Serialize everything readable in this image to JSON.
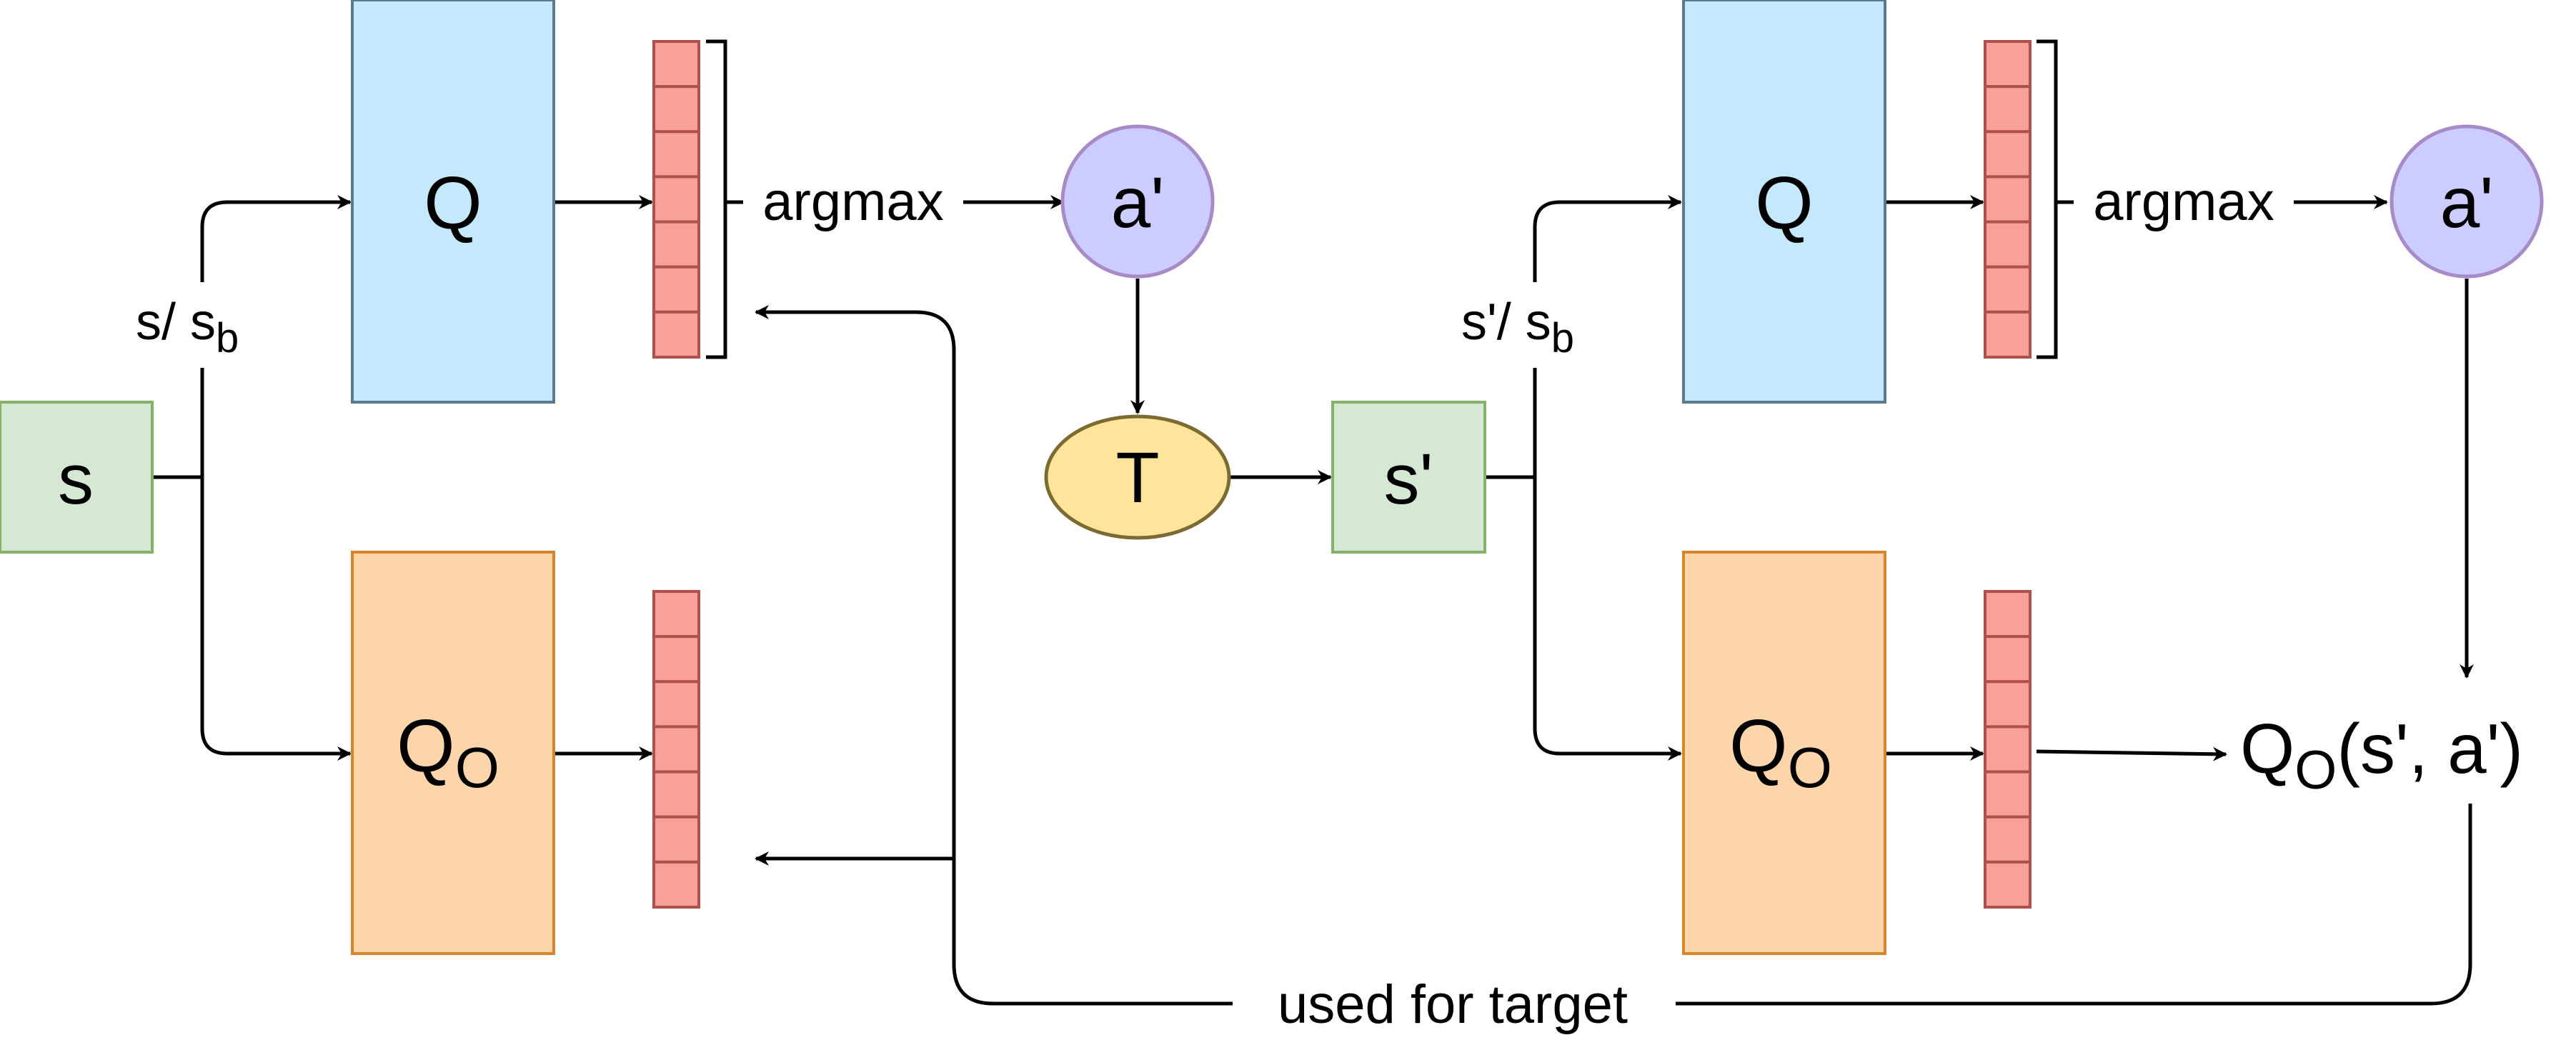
{
  "left_panel": {
    "state_label": "s",
    "branch_label": {
      "main": "s/ s",
      "sub": "b"
    },
    "q_net_label": "Q",
    "qo_net_label": {
      "main": "Q",
      "sub": "O"
    },
    "argmax_label": "argmax",
    "action_label": "a'"
  },
  "transition_label": "T",
  "right_panel": {
    "state_label": "s'",
    "branch_label": {
      "main": "s'/ s",
      "sub": "b"
    },
    "q_net_label": "Q",
    "qo_net_label": {
      "main": "Q",
      "sub": "O"
    },
    "argmax_label": "argmax",
    "action_label": "a'",
    "output_label": {
      "main": "Q",
      "sub": "O",
      "tail": "(s', a')"
    }
  },
  "feedback_label": "used for target",
  "colors": {
    "state_fill": "#d5e8d4",
    "state_stroke": "#82b366",
    "q_fill": "#c5e9fc",
    "q_stroke": "#5a7a90",
    "qo_fill": "#fdd5ab",
    "qo_stroke": "#d9842b",
    "vector_fill": "#f8a19a",
    "vector_stroke": "#b0504a",
    "action_fill": "#ccccff",
    "action_stroke": "#a78bc8",
    "transition_fill": "#fee59b",
    "transition_stroke": "#7d6a32"
  }
}
